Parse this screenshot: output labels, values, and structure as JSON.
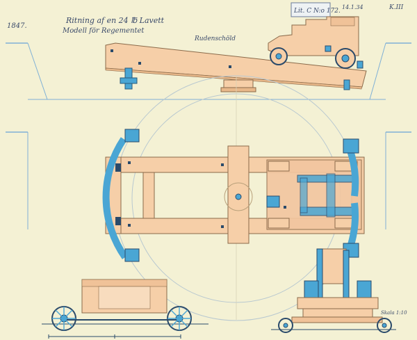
{
  "title_lines": [
    "Ritning af en 24 ℔ Lavett",
    "Modell för Regementet",
    "Rudenschöld"
  ],
  "corner_left": "1847.",
  "stamp_label": "Lit. C N:o 172.",
  "sheet_number": "14.1.34",
  "corner_right": "K.III",
  "scale_note": "Skala 1:10",
  "colors": {
    "paper": "#f4f1d4",
    "wood": "#f6cfa8",
    "iron": "#4aa6d4",
    "ink": "#3a4a6a"
  },
  "views": [
    "side-elevation",
    "plan-view",
    "end-elevation-left",
    "end-elevation-right"
  ]
}
